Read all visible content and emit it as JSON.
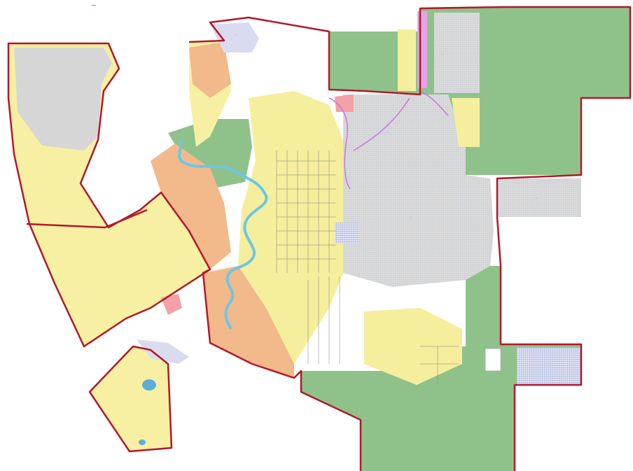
{
  "map": {
    "colors": {
      "boundary": "#b3172a",
      "forest_green": "#8fc28b",
      "residential_yellow": "#f7f0a3",
      "industrial_gray": "#d6d6d6",
      "orange_zone": "#f2b98a",
      "water_blue": "#6cc6e6",
      "pink_zone": "#f4a0a8",
      "purple_road": "#c879e0",
      "grid_hatch": "#9aa4b8",
      "lavender": "#d9dcf0",
      "blue_hatch": "#8d9bd0"
    },
    "zones": [
      "forest",
      "residential",
      "industrial",
      "orange-plots",
      "water",
      "pink-zone",
      "blue-hatch-zone"
    ],
    "labels": {
      "top_marker": "–",
      "plot_labels": [
        "…",
        "…",
        "…",
        "…"
      ]
    }
  }
}
